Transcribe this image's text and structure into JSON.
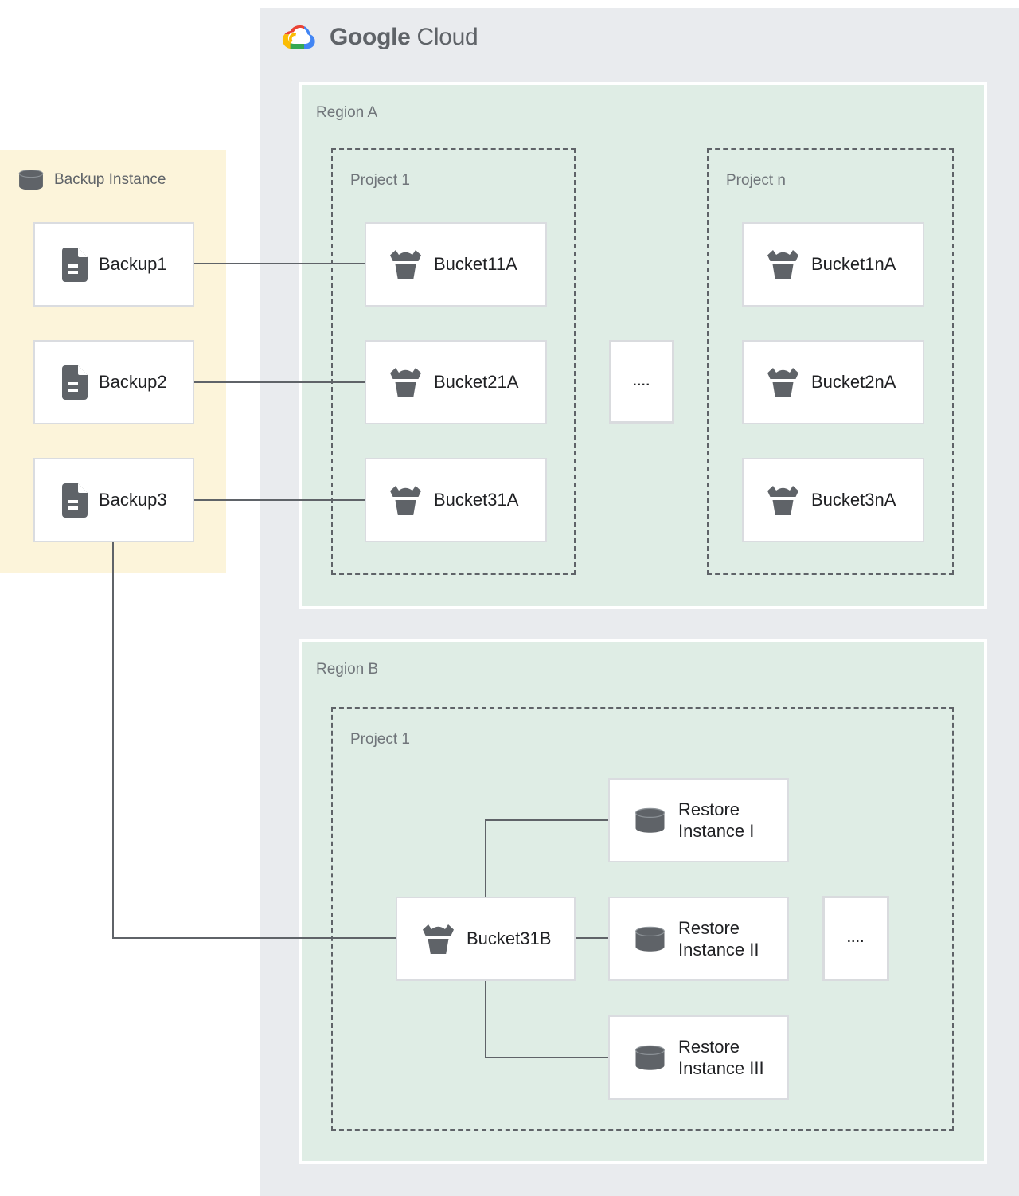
{
  "colors": {
    "cloud-bg": "#E9EBEE",
    "region-bg": "#DFEDE5",
    "backup-panel-bg": "#FCF4DA",
    "box-border": "#DADCE0",
    "dash-border": "#5F6368",
    "line": "#5F6368",
    "icon-gray": "#5F6368",
    "label-gray": "#70757A",
    "label-gray2": "#5F6368",
    "text-dark": "#202124",
    "logo-text": "#5F6368",
    "logo-red": "#EA4335",
    "logo-blue": "#4285F4",
    "logo-green": "#34A853",
    "logo-yellow": "#FBBC04"
  },
  "logo": {
    "word1": "Google",
    "word2": "Cloud"
  },
  "backup_panel": {
    "title": "Backup Instance",
    "items": [
      {
        "label": "Backup1"
      },
      {
        "label": "Backup2"
      },
      {
        "label": "Backup3"
      }
    ]
  },
  "region_a": {
    "label": "Region A",
    "project_1": {
      "label": "Project 1",
      "buckets": [
        {
          "label": "Bucket11A"
        },
        {
          "label": "Bucket21A"
        },
        {
          "label": "Bucket31A"
        }
      ]
    },
    "project_n": {
      "label": "Project n",
      "buckets": [
        {
          "label": "Bucket1nA"
        },
        {
          "label": "Bucket2nA"
        },
        {
          "label": "Bucket3nA"
        }
      ]
    },
    "ellipsis": "...."
  },
  "region_b": {
    "label": "Region B",
    "project_1": {
      "label": "Project 1"
    },
    "bucket": {
      "label": "Bucket31B"
    },
    "restore_instances": [
      {
        "label": "Restore Instance I"
      },
      {
        "label": "Restore Instance II"
      },
      {
        "label": "Restore Instance III"
      }
    ],
    "ellipsis": "...."
  }
}
